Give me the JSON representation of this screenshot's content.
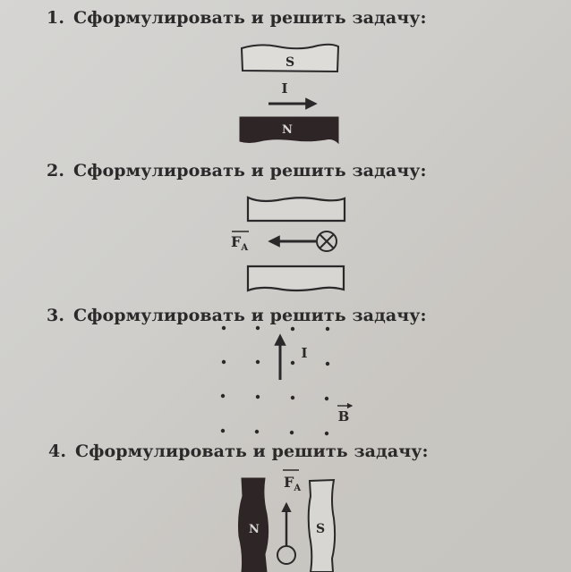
{
  "problems": [
    {
      "number": "1.",
      "title": "Сформулировать и решить задачу:",
      "figure": {
        "top_magnet_label": "S",
        "bottom_magnet_label": "N",
        "current_label": "I",
        "current_direction": "right"
      }
    },
    {
      "number": "2.",
      "title": "Сформулировать и решить задачу:",
      "figure": {
        "force_label": "F",
        "force_subscript": "A",
        "force_direction": "left",
        "current_symbol": "into-page"
      }
    },
    {
      "number": "3.",
      "title": "Сформулировать и решить задачу:",
      "figure": {
        "current_label": "I",
        "current_direction": "up",
        "field_label": "B",
        "field_symbol": "out-of-page-dots"
      }
    },
    {
      "number": "4.",
      "title": "Сформулировать и решить задачу:",
      "figure": {
        "left_magnet_label": "N",
        "right_magnet_label": "S",
        "force_label": "F",
        "force_subscript": "A",
        "force_direction": "up"
      }
    }
  ],
  "colors": {
    "ink": "#2a2828",
    "dark_magnet": "#2e2526",
    "paper": "#d3d2cf"
  }
}
